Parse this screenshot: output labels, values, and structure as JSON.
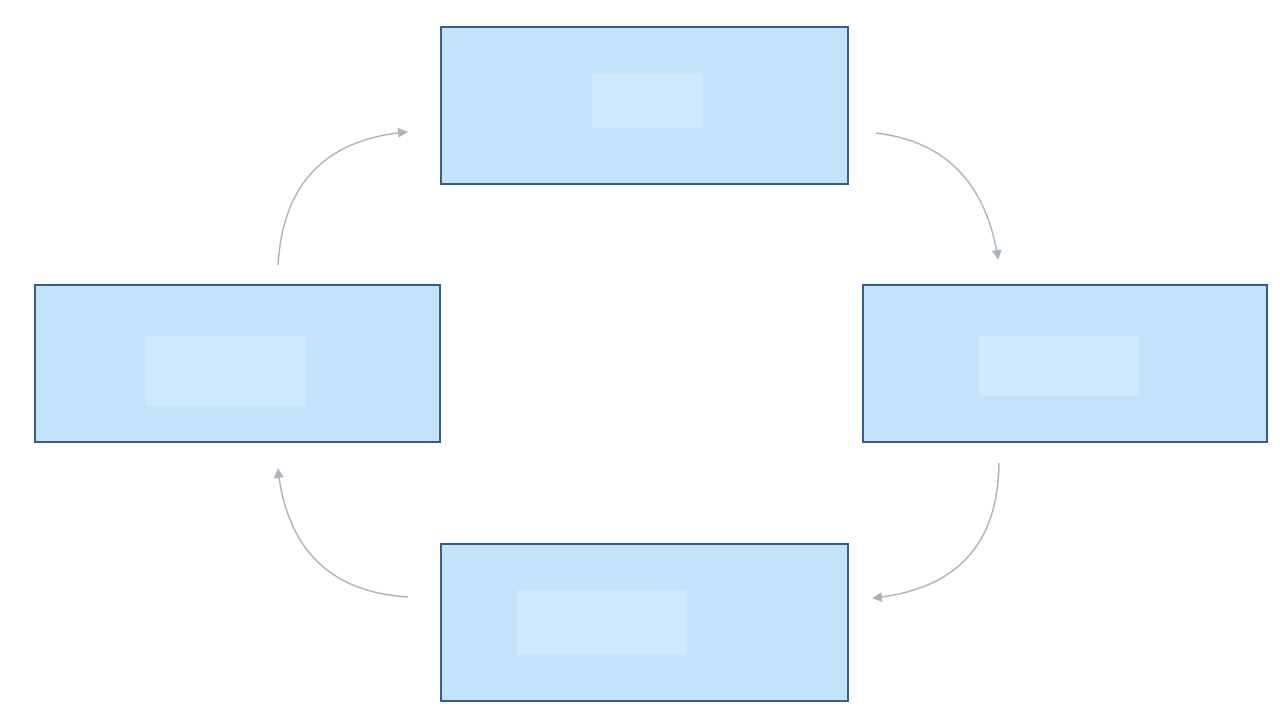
{
  "diagram": {
    "type": "cycle",
    "colors": {
      "node_fill": "#c3e3fb",
      "node_border": "#2f5f94",
      "arrow": "#a9b4bf"
    },
    "nodes": [
      {
        "id": "top",
        "label": ""
      },
      {
        "id": "right",
        "label": ""
      },
      {
        "id": "bottom",
        "label": ""
      },
      {
        "id": "left",
        "label": ""
      }
    ],
    "edges": [
      {
        "from": "top",
        "to": "right"
      },
      {
        "from": "right",
        "to": "bottom"
      },
      {
        "from": "bottom",
        "to": "left"
      },
      {
        "from": "left",
        "to": "top"
      }
    ]
  }
}
